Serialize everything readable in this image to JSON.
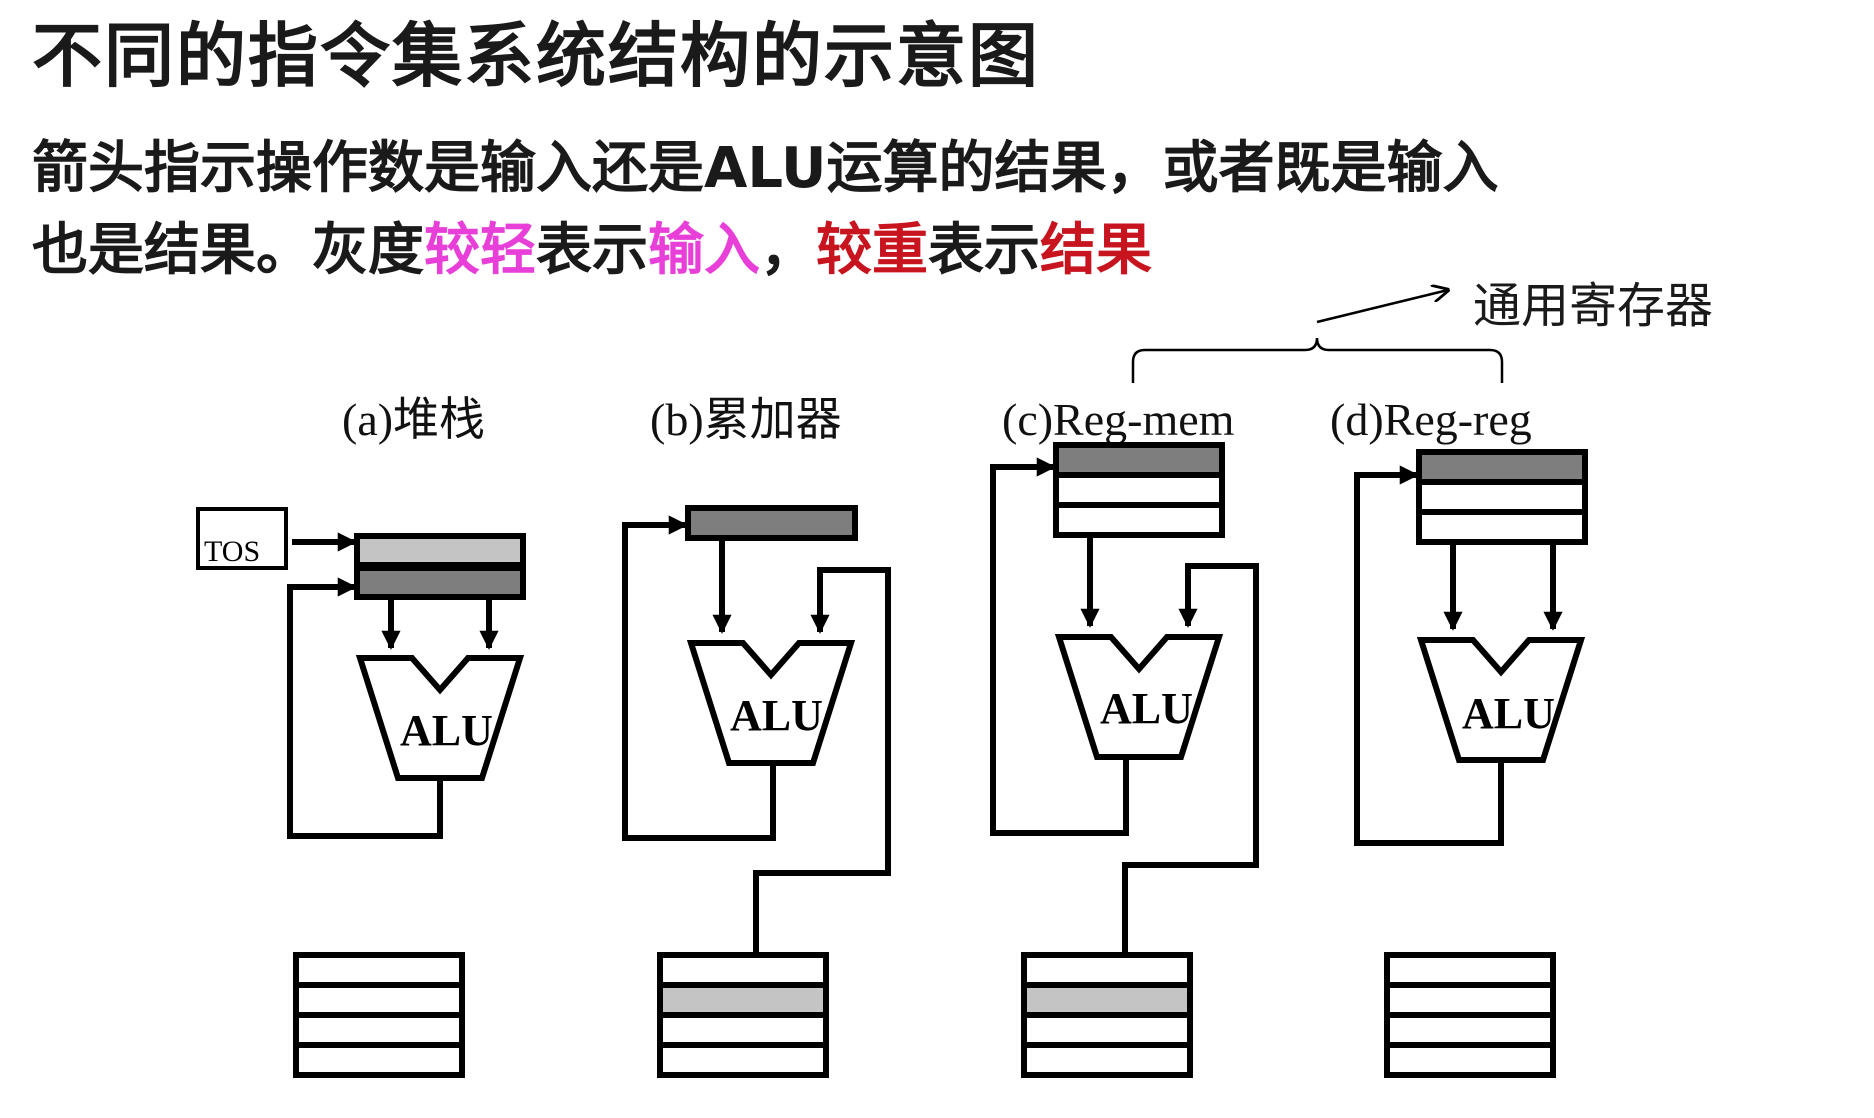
{
  "slide": {
    "title": "不同的指令集系统结构的示意图",
    "description": {
      "line1": "箭头指示操作数是输入还是ALU运算的结果，或者既是输入",
      "line2_prefix": "也是结果。灰度",
      "light_word": "较轻",
      "represents_1": "表示",
      "input_word": "输入",
      "comma": "，",
      "heavy_word": "较重",
      "represents_2": "表示",
      "result_word": "结果"
    }
  },
  "diagram": {
    "gpr_label": "通用寄存器",
    "panels": [
      {
        "id": "a",
        "label": "(a)堆栈",
        "alu": "ALU",
        "tos": "TOS"
      },
      {
        "id": "b",
        "label": "(b)累加器",
        "alu": "ALU"
      },
      {
        "id": "c",
        "label": "(c)Reg-mem",
        "alu": "ALU"
      },
      {
        "id": "d",
        "label": "(d)Reg-reg",
        "alu": "ALU"
      }
    ]
  },
  "colors": {
    "light_text": "#e83fd9",
    "heavy_text": "#c8141e",
    "light_gray_fill": "#c4c4c4",
    "dark_gray_fill": "#7e7e7e",
    "stroke": "#000000"
  }
}
